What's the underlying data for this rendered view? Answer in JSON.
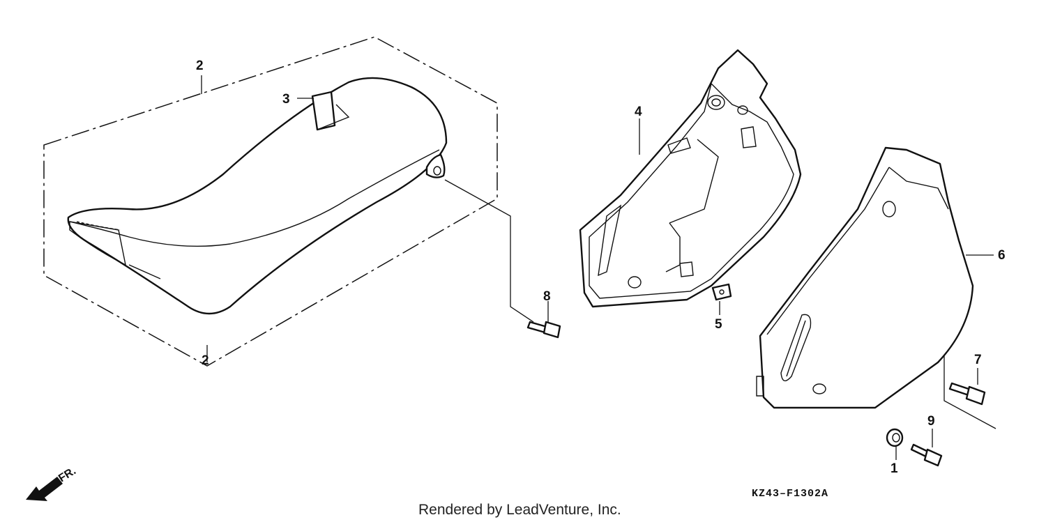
{
  "callouts": {
    "seat": "2",
    "seat_hook": "3",
    "bracket": "4",
    "clip": "5",
    "side_cover": "6",
    "bolt_upper": "7",
    "seat_bolt": "8",
    "bolt_lower": "9",
    "grommet": "1"
  },
  "direction_label": "FR.",
  "diagram_code": "KZ43–F1302A",
  "credit": "Rendered by LeadVenture, Inc.",
  "icons": {
    "front_arrow": "arrow-down-left-icon"
  }
}
